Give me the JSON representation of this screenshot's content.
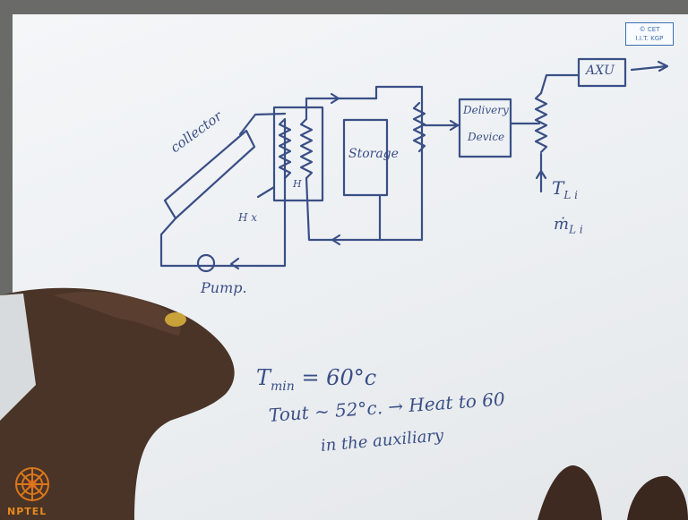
{
  "watermark": {
    "line1": "© CET",
    "line2": "I.I.T. KGP"
  },
  "logo": {
    "label": "NPTEL"
  },
  "diagram": {
    "collector": "collector",
    "hx_label": "H x",
    "h_label": "H",
    "storage": "Storage",
    "delivery_line1": "Delivery",
    "delivery_line2": "Device",
    "aux": "AXU",
    "pump": "Pump.",
    "tli": "T",
    "tli_sub": "L i",
    "mli": "ṁ",
    "mli_sub": "L i"
  },
  "notes": {
    "line1_T": "T",
    "line1_sub": "min",
    "line1_rest": "= 60°c",
    "line2": "Tout ~ 52°c. → Heat to 60",
    "line3": "in the auxiliary"
  },
  "colors": {
    "ink": "#3a4f86",
    "board": "#eef1f4",
    "skin": "#4a3428"
  }
}
